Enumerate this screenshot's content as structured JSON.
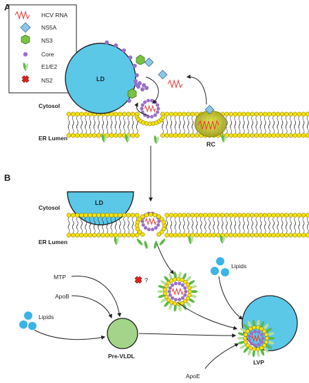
{
  "panels": {
    "a": "A",
    "b": "B"
  },
  "legend": {
    "items": [
      {
        "icon": "hcv-rna-icon",
        "label": "HCV RNA"
      },
      {
        "icon": "ns5a-icon",
        "label": "NS5A"
      },
      {
        "icon": "ns3-icon",
        "label": "NS3"
      },
      {
        "icon": "core-icon",
        "label": "Core"
      },
      {
        "icon": "e1e2-icon",
        "label": "E1/E2"
      },
      {
        "icon": "ns2-icon",
        "label": "NS2"
      }
    ]
  },
  "panel_a": {
    "ld_label": "LD",
    "cytosol_label": "Cytosol",
    "er_lumen_label": "ER Lumen",
    "rc_label": "RC"
  },
  "panel_b": {
    "ld_label": "LD",
    "cytosol_label": "Cytosol",
    "er_lumen_label": "ER Lumen",
    "question_mark": "?",
    "mtp_label": "MTP",
    "apob_label": "ApoB",
    "lipids_left_label": "Lipids",
    "lipids_right_label": "Lipids",
    "pre_vldl_label": "Pre-VLDL",
    "apoe_label": "ApoE",
    "lvp_label": "LVP"
  },
  "colors": {
    "ld_blue": "#5bc8e8",
    "lipid_head_yellow": "#f5e211",
    "core_purple": "#9a6fc6",
    "ns3_green": "#7cc242",
    "ns5a_blue": "#8ec6e8",
    "rna_red": "#e8413a",
    "pre_vldl_green": "#a3d48a",
    "envelope_green": "#5db84a"
  }
}
